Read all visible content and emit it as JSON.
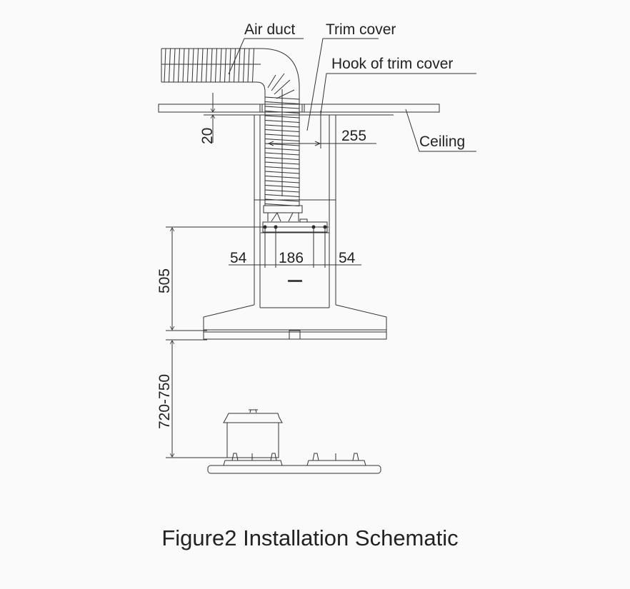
{
  "labels": {
    "air_duct": "Air duct",
    "trim_cover": "Trim cover",
    "hook_of_trim_cover": "Hook of trim cover",
    "ceiling": "Ceiling"
  },
  "dimensions": {
    "ceiling_gap": "20",
    "hook_distance": "255",
    "left_offset": "54",
    "center_span": "186",
    "right_offset": "54",
    "hood_height": "505",
    "hood_to_stove": "720-750"
  },
  "caption": "Figure2 Installation Schematic"
}
